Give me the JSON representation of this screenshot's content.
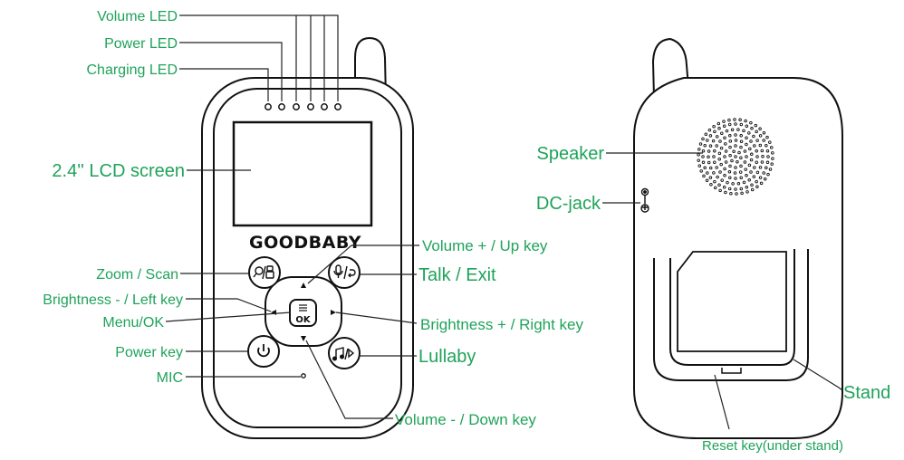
{
  "colors": {
    "label": "#1fa35a",
    "leader": "#222222",
    "outline": "#111111",
    "fill": "#ffffff"
  },
  "brand": "GOODBABY",
  "labels": {
    "volume_led": "Volume LED",
    "power_led": "Power LED",
    "charging_led": "Charging LED",
    "lcd_screen": "2.4'' LCD screen",
    "zoom_scan": "Zoom / Scan",
    "brightness_left": "Brightness - / Left key",
    "menu_ok": "Menu/OK",
    "power_key": "Power key",
    "mic": "MIC",
    "volume_up": "Volume + / Up key",
    "talk_exit": "Talk / Exit",
    "brightness_right": "Brightness + / Right key",
    "lullaby": "Lullaby",
    "volume_down": "Volume - / Down key",
    "speaker": "Speaker",
    "dc_jack": "DC-jack",
    "stand": "Stand",
    "reset_key": "Reset key(under stand)"
  },
  "button_glyphs": {
    "ok": "OK",
    "menu": "≡",
    "power": "⏻",
    "lullaby": "♫/▷",
    "talk": "🎙/⮌",
    "zoom": "🔍/🎥"
  },
  "icons": {
    "power": "power-icon",
    "lullaby": "music-play-icon",
    "talk": "microphone-return-icon",
    "zoom": "magnifier-camera-icon",
    "menu": "menu-icon"
  }
}
